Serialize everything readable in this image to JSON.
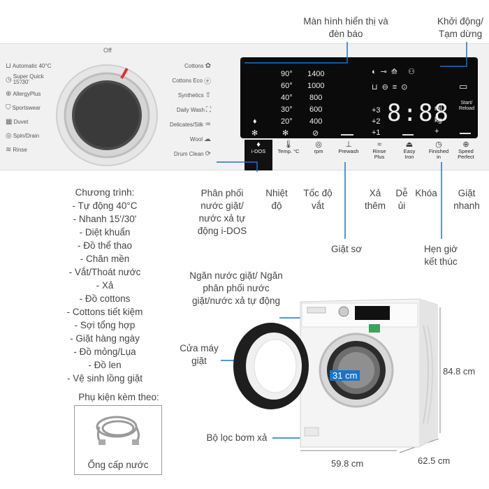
{
  "panel": {
    "off_label": "Off",
    "programs_left": [
      {
        "label": "Automatic 40°C",
        "icon": "wash-tub-icon"
      },
      {
        "label": "Super Quick 15'/30'",
        "icon": "quick-wash-icon"
      },
      {
        "label": "AllergyPlus",
        "icon": "allergy-icon"
      },
      {
        "label": "Sportswear",
        "icon": "shirt-icon"
      },
      {
        "label": "Duvet",
        "icon": "duvet-icon"
      },
      {
        "label": "Spin/Drain",
        "icon": "spin-icon"
      },
      {
        "label": "Rinse",
        "icon": "rinse-icon"
      }
    ],
    "programs_right": [
      {
        "label": "Cottons",
        "icon": "cotton-icon"
      },
      {
        "label": "Cottons Eco",
        "icon": "eco-icon"
      },
      {
        "label": "Synthetics",
        "icon": "synthetics-icon"
      },
      {
        "label": "Daily Wash",
        "icon": "daily-wash-icon"
      },
      {
        "label": "Delicates/Silk",
        "icon": "silk-icon"
      },
      {
        "label": "Wool",
        "icon": "wool-icon"
      },
      {
        "label": "Drum Clean",
        "icon": "drum-clean-icon"
      }
    ],
    "display": {
      "temps": [
        "90°",
        "60°",
        "40°",
        "30°",
        "20°"
      ],
      "rpms": [
        "1400",
        "1000",
        "800",
        "600",
        "400"
      ],
      "plus_minus": [
        "+3",
        "+2",
        "+1"
      ],
      "digits": "8:88",
      "units": [
        "ml",
        "kg"
      ],
      "start_label": "Start/ Reload"
    },
    "buttons": [
      {
        "label": "i-DOS",
        "icon": "drop-icon"
      },
      {
        "label": "Temp. °C",
        "icon": "thermometer-icon"
      },
      {
        "label": "rpm",
        "icon": "rpm-icon"
      },
      {
        "label": "Prewash",
        "icon": "prewash-icon"
      },
      {
        "label": "Rinse Plus",
        "icon": "rinse-plus-icon"
      },
      {
        "label": "Easy Iron",
        "icon": "iron-icon"
      },
      {
        "label": "Finished in",
        "icon": "clock-icon"
      },
      {
        "label": "Speed Perfect",
        "icon": "speed-icon"
      }
    ]
  },
  "labels": {
    "display_label": "Màn hình hiển thị và đèn báo",
    "start_pause": "Khởi động/ Tạm dừng",
    "idos": "Phân phối nước giặt/ nước xả tự động i-DOS",
    "temp": "Nhiệt độ",
    "spin": "Tốc độ vắt",
    "rinse": "Xả thêm",
    "iron": "Dễ ủi",
    "lock": "Khóa",
    "speed": "Giặt nhanh",
    "prewash": "Giặt sơ",
    "finish": "Hẹn giờ kết thúc"
  },
  "programs_title": "Chương trình:",
  "programs_list": [
    "- Tự động 40°C",
    "- Nhanh 15'/30'",
    "- Diệt khuẩn",
    "- Đồ thể thao",
    "- Chăn mền",
    "- Vắt/Thoát nước",
    "- Xả",
    "- Đồ cottons",
    "- Cottons tiết kiệm",
    "- Sợi tổng hợp",
    "- Giặt hàng ngày",
    "- Đồ mỏng/Lụa",
    "- Đồ len",
    "- Vệ sinh lồng giặt"
  ],
  "accessory_title": "Phụ kiện kèm theo:",
  "accessory_caption": "Ống cấp nước",
  "machine": {
    "drawer_label": "Ngăn nước giặt/ Ngăn phân phối nước giặt/nước xả tự động",
    "door_label": "Cửa máy giặt",
    "filter_label": "Bộ lọc bơm xả",
    "door_diameter": "31 cm",
    "height": "84.8 cm",
    "width": "59.8 cm",
    "depth": "62.5 cm"
  },
  "colors": {
    "accent_line": "#1a73c9",
    "display_bg": "#0b0b0b",
    "dial_marker": "#e0322c"
  }
}
